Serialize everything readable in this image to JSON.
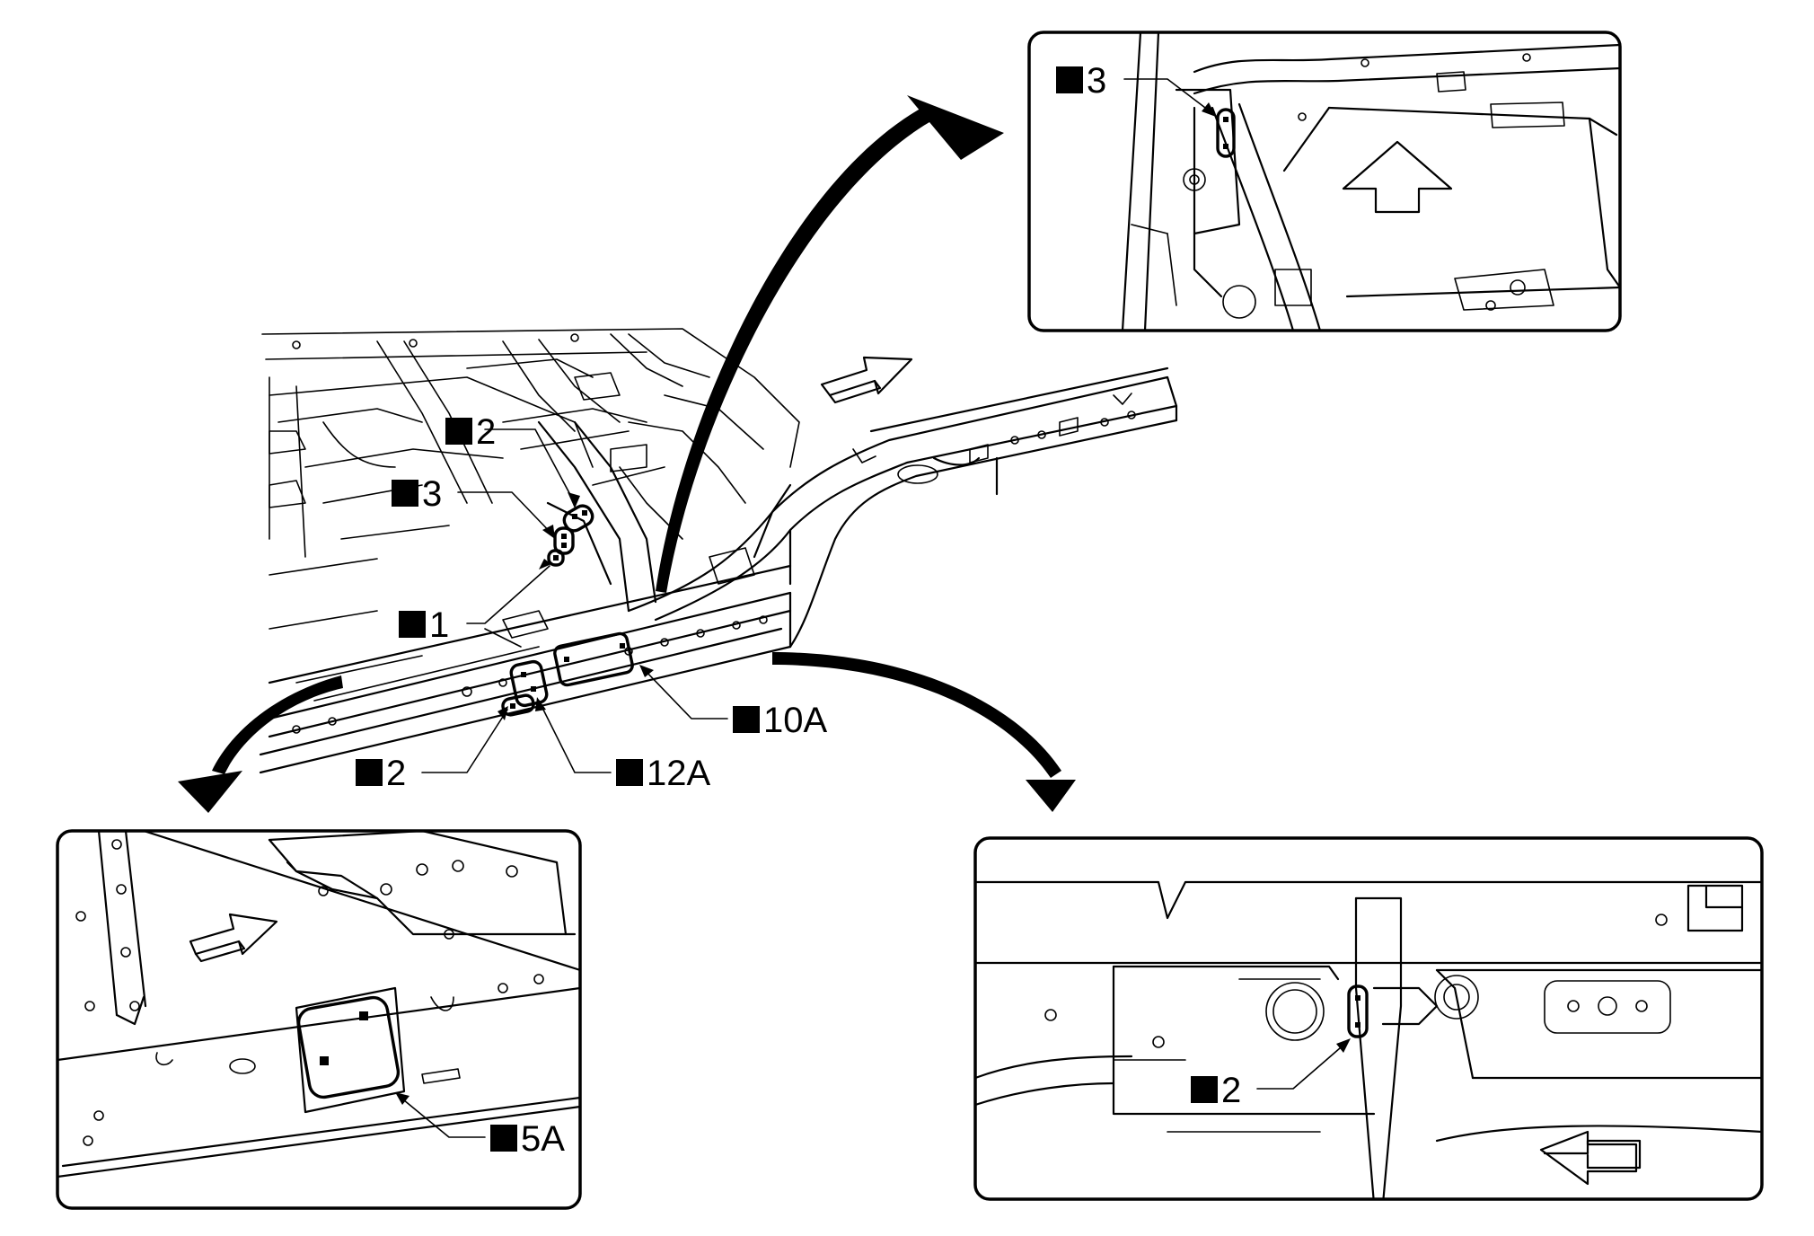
{
  "callouts": {
    "main_2_upper": "2",
    "main_3": "3",
    "main_1": "1",
    "main_2_lower": "2",
    "main_12A": "12A",
    "main_10A": "10A",
    "detail_top_3": "3",
    "detail_left_5A": "5A",
    "detail_right_2": "2"
  },
  "icons": {
    "callout_marker": "filled-square",
    "direction_arrow": "block-arrow"
  }
}
